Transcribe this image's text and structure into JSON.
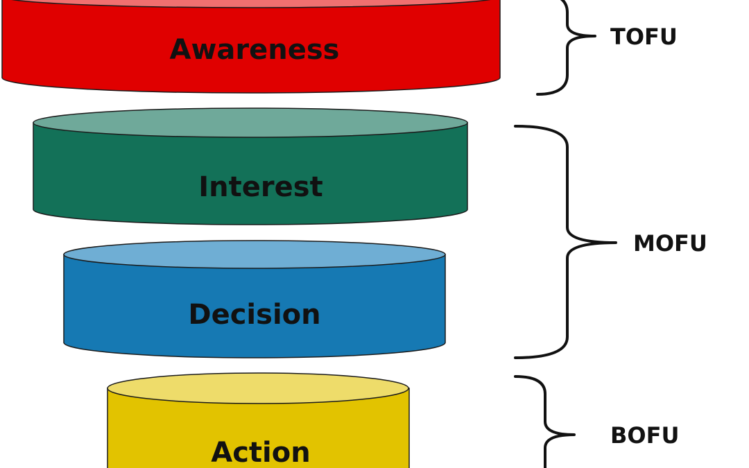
{
  "stages": [
    {
      "label": "Awareness",
      "side_color": "#e00000",
      "top_color": "#f07070"
    },
    {
      "label": "Interest",
      "side_color": "#137158",
      "top_color": "#6fa99a"
    },
    {
      "label": "Decision",
      "side_color": "#1679b3",
      "top_color": "#6faed4"
    },
    {
      "label": "Action",
      "side_color": "#e2c300",
      "top_color": "#eedc6a"
    }
  ],
  "segments": [
    {
      "label": "TOFU"
    },
    {
      "label": "MOFU"
    },
    {
      "label": "BOFU"
    }
  ],
  "colors": {
    "outline": "#1a1a1a",
    "text": "#111111"
  }
}
